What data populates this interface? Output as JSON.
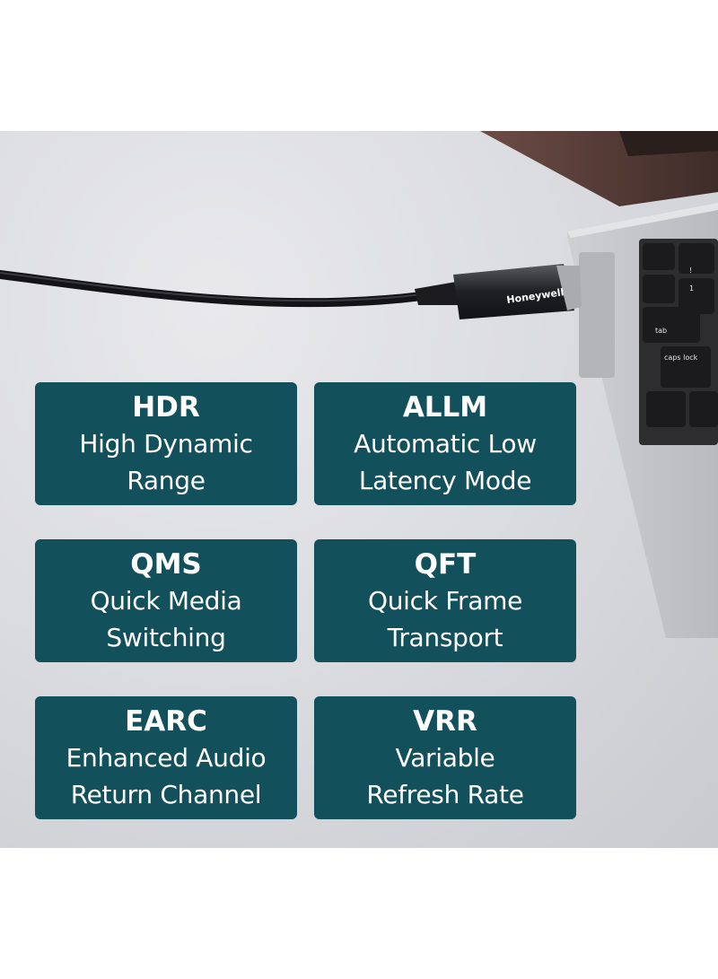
{
  "product": {
    "brand": "Honeywell"
  },
  "laptop_keys": {
    "tab": "tab",
    "caps": "caps lock",
    "one": "1",
    "exclaim": "!"
  },
  "features": [
    {
      "abbr": "HDR",
      "desc": "High Dynamic\nRange"
    },
    {
      "abbr": "ALLM",
      "desc": "Automatic Low\nLatency Mode"
    },
    {
      "abbr": "QMS",
      "desc": "Quick Media\nSwitching"
    },
    {
      "abbr": "QFT",
      "desc": "Quick Frame\nTransport"
    },
    {
      "abbr": "EARC",
      "desc": "Enhanced Audio\nReturn Channel"
    },
    {
      "abbr": "VRR",
      "desc": "Variable\nRefresh Rate"
    }
  ],
  "colors": {
    "card_bg": "#12505b",
    "card_text": "#ffffff",
    "backdrop": "#dcdde1"
  }
}
